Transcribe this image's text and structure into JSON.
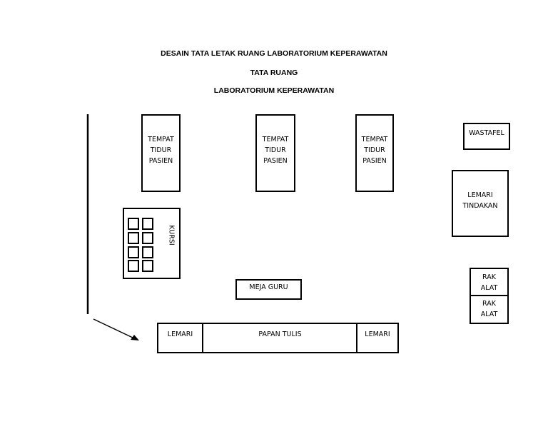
{
  "titles": {
    "main": "DESAIN TATA LETAK RUANG LABORATORIUM KEPERAWATAN",
    "sub1": "TATA RUANG",
    "sub2": "LABORATORIUM KEPERAWATAN"
  },
  "beds": [
    {
      "lines": [
        "TEMPAT",
        "TIDUR",
        "PASIEN"
      ]
    },
    {
      "lines": [
        "TEMPAT",
        "TIDUR",
        "PASIEN"
      ]
    },
    {
      "lines": [
        "TEMPAT",
        "TIDUR",
        "PASIEN"
      ]
    }
  ],
  "wastafel": "WASTAFEL",
  "lemari_tindakan": [
    "LEMARI",
    "TINDAKAN"
  ],
  "kursi": "KURSI",
  "rak": [
    {
      "lines": [
        "RAK",
        "ALAT"
      ]
    },
    {
      "lines": [
        "RAK",
        "ALAT"
      ]
    }
  ],
  "meja_guru": "MEJA GURU",
  "bottom": {
    "left": "LEMARI",
    "center": "PAPAN TULIS",
    "right": "LEMARI"
  }
}
